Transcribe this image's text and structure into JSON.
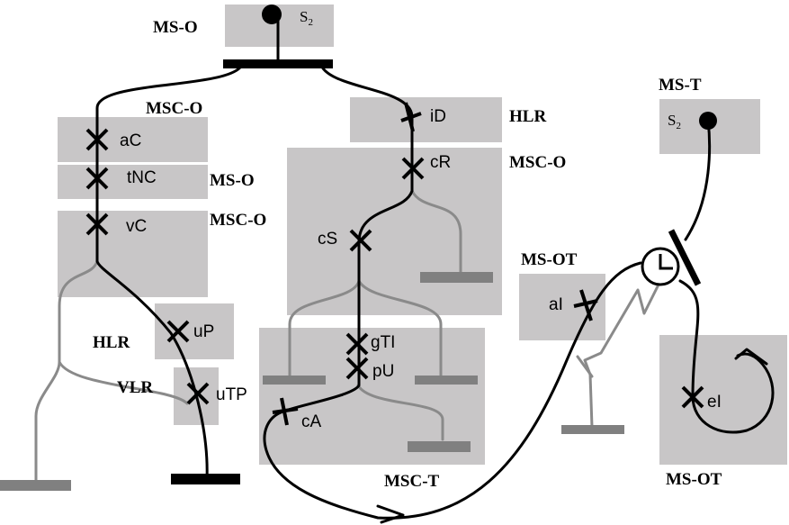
{
  "regions": {
    "top": {
      "label": "MS-O",
      "signal": "S",
      "signal_sub": "2"
    },
    "left_col": [
      "MSC-O",
      "MS-O",
      "MSC-O"
    ],
    "mid_col": [
      "HLR",
      "MSC-O"
    ],
    "uP_box": "HLR",
    "uTP_box": "VLR",
    "msc_t": "MSC-T",
    "ms_t": {
      "label": "MS-T",
      "signal": "S",
      "signal_sub": "2"
    },
    "ms_ot_top": "MS-OT",
    "ms_ot_bottom": "MS-OT"
  },
  "genes": {
    "aC": "aC",
    "tNC": "tNC",
    "vC": "vC",
    "uP": "uP",
    "uTP": "uTP",
    "iD": "iD",
    "cR": "cR",
    "cS": "cS",
    "gTI": "gTI",
    "pU": "pU",
    "cA": "cA",
    "aI": "aI",
    "eI": "eI"
  }
}
